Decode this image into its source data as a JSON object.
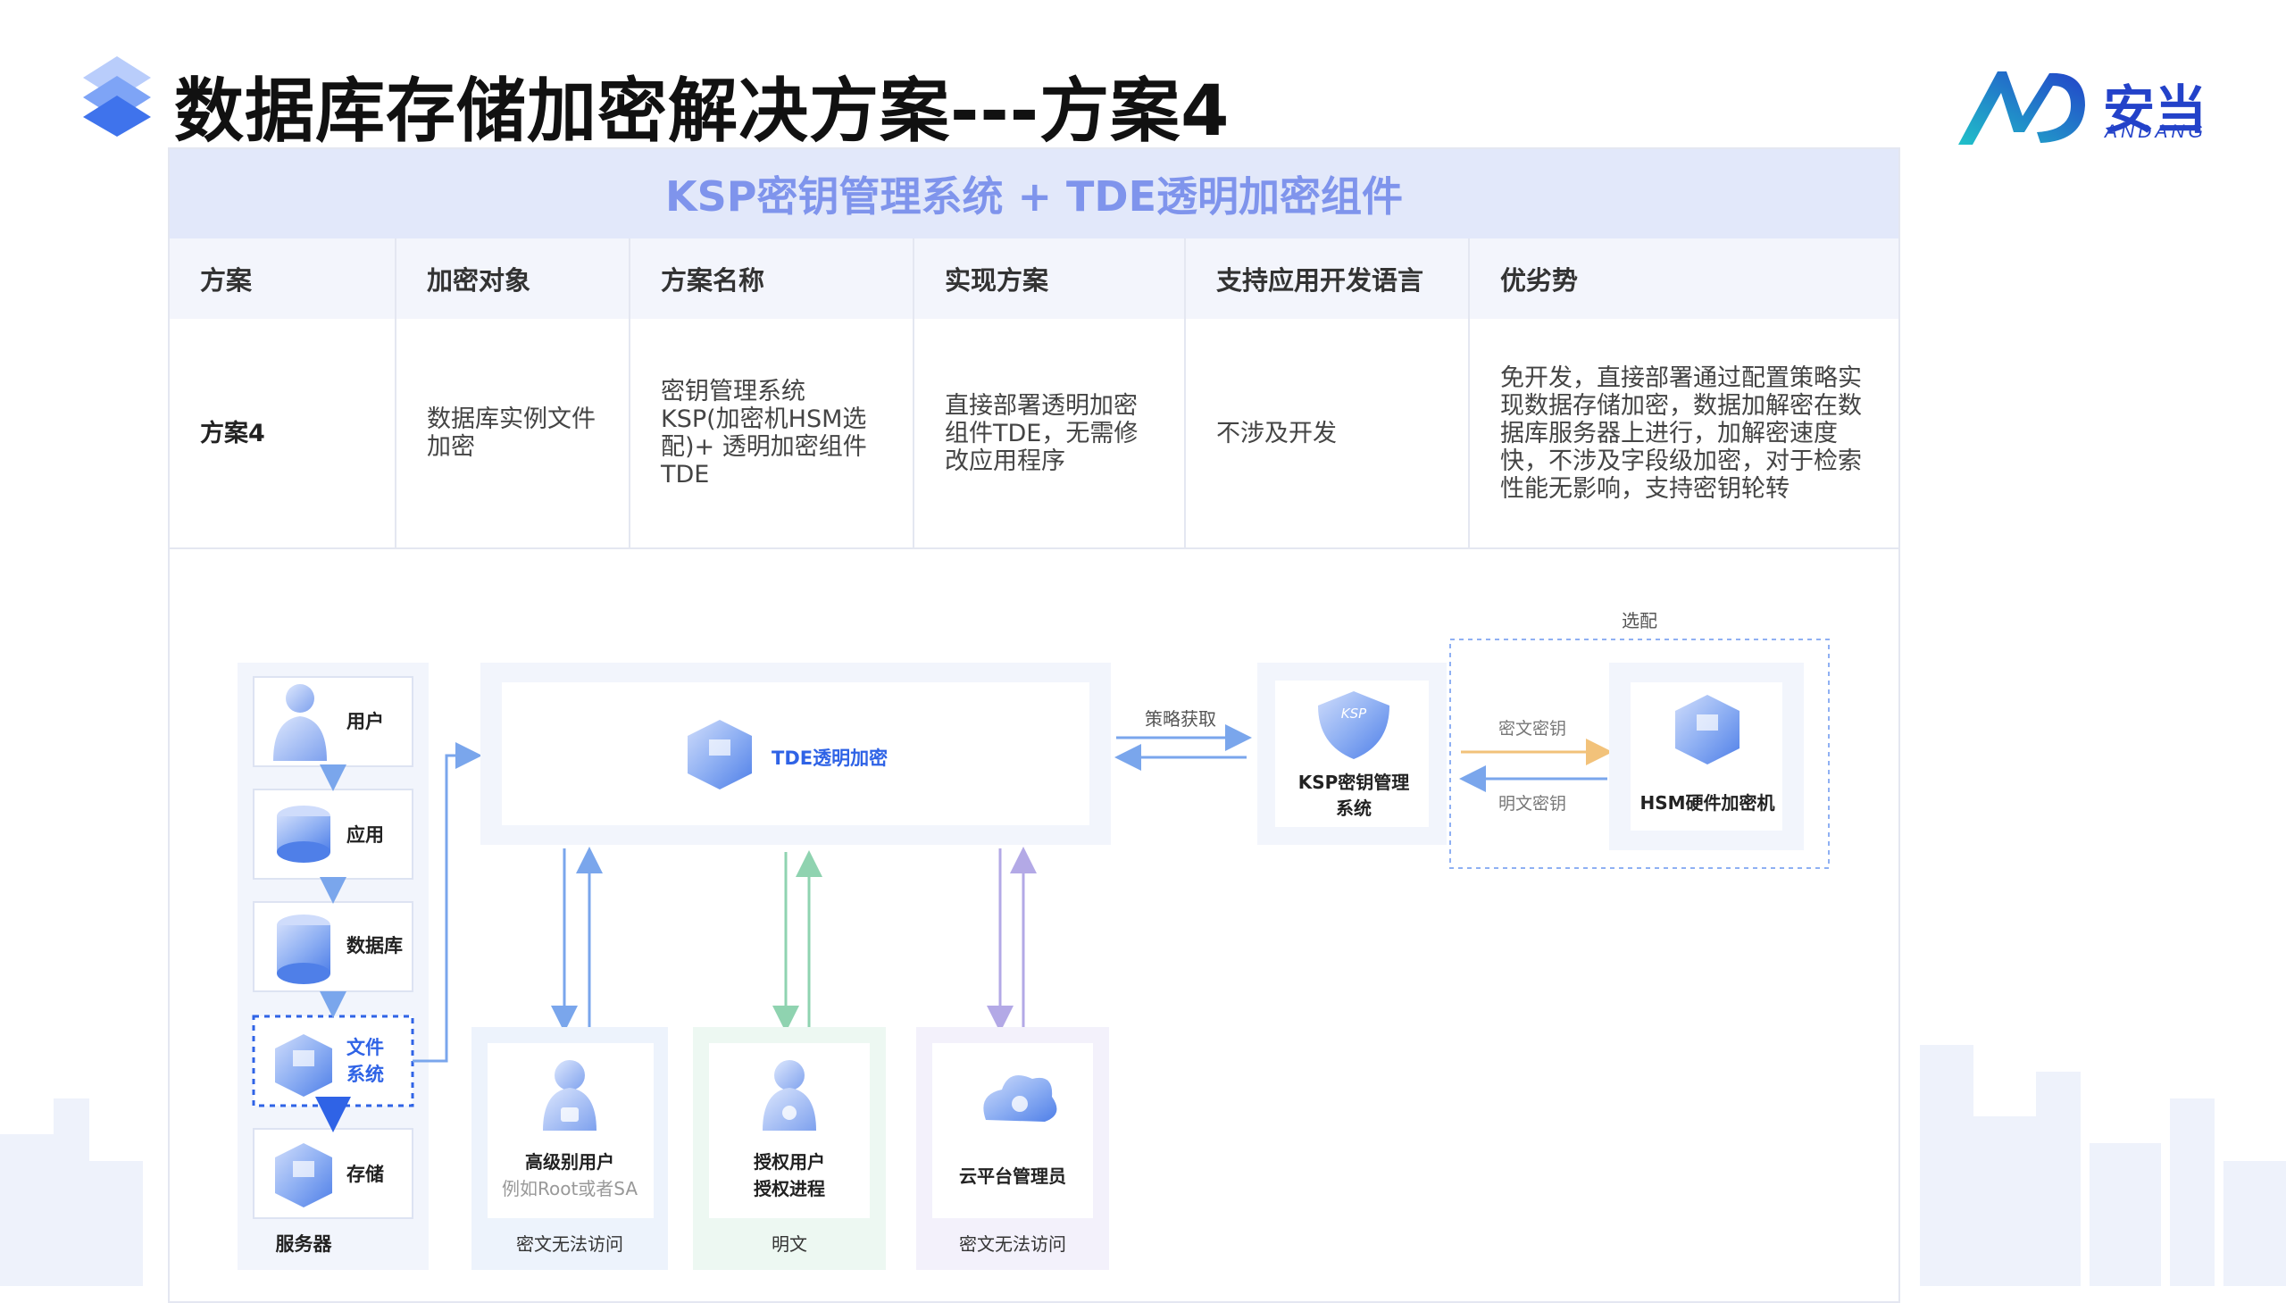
{
  "header": {
    "title": "数据库存储加密解决方案---方案4",
    "logo_cn": "安当",
    "logo_en": "ANDANG"
  },
  "table": {
    "banner": "KSP密钥管理系统 + TDE透明加密组件",
    "columns": [
      "方案",
      "加密对象",
      "方案名称",
      "实现方案",
      "支持应用开发语言",
      "优劣势"
    ],
    "row": {
      "scheme": "方案4",
      "target": "数据库实例文件加密",
      "name": "密钥管理系统KSP(加密机HSM选配)+ 透明加密组件TDE",
      "impl": "直接部署透明加密组件TDE，无需修改应用程序",
      "lang": "不涉及开发",
      "pros": "免开发，直接部署通过配置策略实现数据存储加密，数据加解密在数据库服务器上进行，加解密速度快，不涉及字段级加密，对于检索性能无影响，支持密钥轮转"
    }
  },
  "diagram": {
    "server_stack": {
      "user": "用户",
      "app": "应用",
      "db": "数据库",
      "fs_line1": "文件",
      "fs_line2": "系统",
      "storage": "存储",
      "caption": "服务器"
    },
    "tde": "TDE透明加密",
    "policy_fetch": "策略获取",
    "ksp_line1": "KSP密钥管理",
    "ksp_line2": "系统",
    "optional": "选配",
    "cipher_key": "密文密钥",
    "plain_key": "明文密钥",
    "hsm": "HSM硬件加密机",
    "sa": {
      "line1": "高级别用户",
      "line2": "例如Root或者SA",
      "caption": "密文无法访问"
    },
    "auth": {
      "line1": "授权用户",
      "line2": "授权进程",
      "caption": "明文"
    },
    "cloud": {
      "line1": "云平台管理员",
      "caption": "密文无法访问"
    },
    "colors": {
      "primary": "#2f63e6",
      "banner_text": "#7f94ec",
      "banner_bg": "#e2e8fa",
      "arrow_blue": "#7aa6ec",
      "arrow_green": "#8fd3b0",
      "arrow_purple": "#b3a9e6",
      "arrow_orange": "#f2c27a"
    }
  }
}
